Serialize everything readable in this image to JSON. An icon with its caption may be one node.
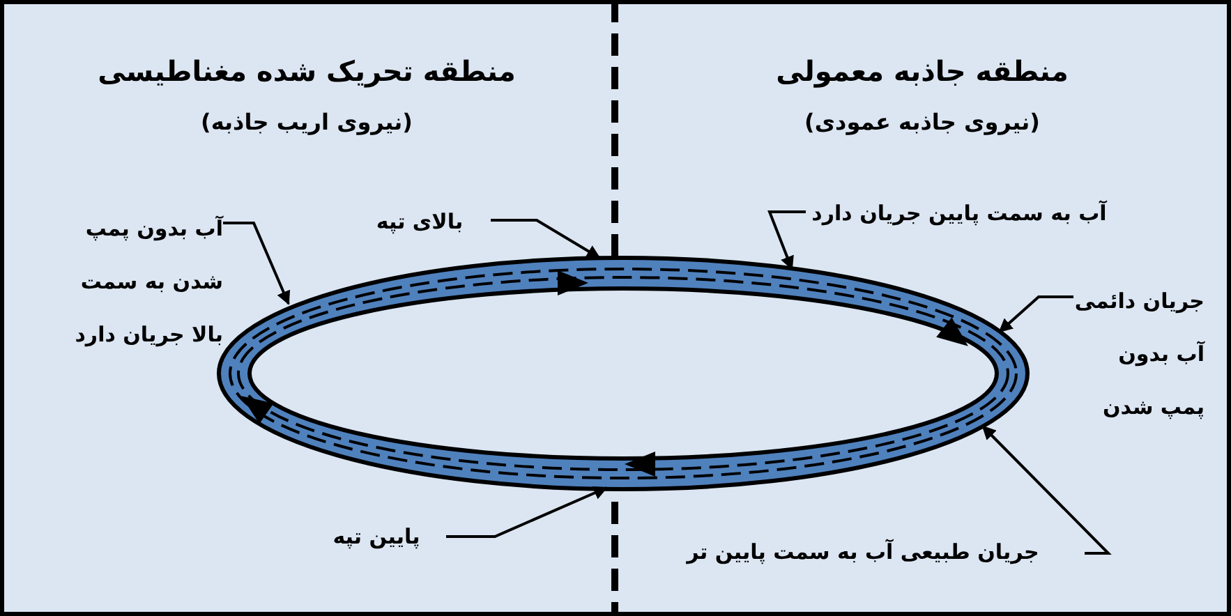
{
  "diagram": {
    "nodes": [
      {
        "text": [
          "منطقه تحریک شده مغناطیسی",
          "(نیروی اریب جاذبه)"
        ]
      },
      {
        "text": [
          "منطقه جاذبه معمولی",
          "(نیروی جاذبه عمودی)"
        ]
      },
      {
        "text": [],
        "shape": "ellipse"
      },
      {
        "text": [
          "آب بدون پمپ شدن به سمت بالا جریان دارد"
        ],
        "in": 0
      },
      {
        "text": [
          "بالای تپه"
        ],
        "in": 0
      },
      {
        "text": [
          "آب به سمت پایین جریان دارد"
        ],
        "in": 1
      },
      {
        "text": [
          "جریان دائمی آب بدون پمپ شدن"
        ],
        "in": 1
      },
      {
        "text": [
          "پایین تپه"
        ],
        "in": 0
      },
      {
        "text": [
          "جریان طبیعی آب به سمت پایین تر"
        ],
        "in": 1
      }
    ],
    "edges": [
      {
        "from": 3,
        "to": 2,
        "arrow": "to"
      },
      {
        "from": 4,
        "to": 2,
        "arrow": "to"
      },
      {
        "from": 5,
        "to": 2,
        "arrow": "to"
      },
      {
        "from": 6,
        "to": 2,
        "arrow": "to"
      },
      {
        "from": 7,
        "to": 2,
        "arrow": "to"
      },
      {
        "from": 8,
        "to": 2,
        "arrow": "to"
      }
    ]
  }
}
